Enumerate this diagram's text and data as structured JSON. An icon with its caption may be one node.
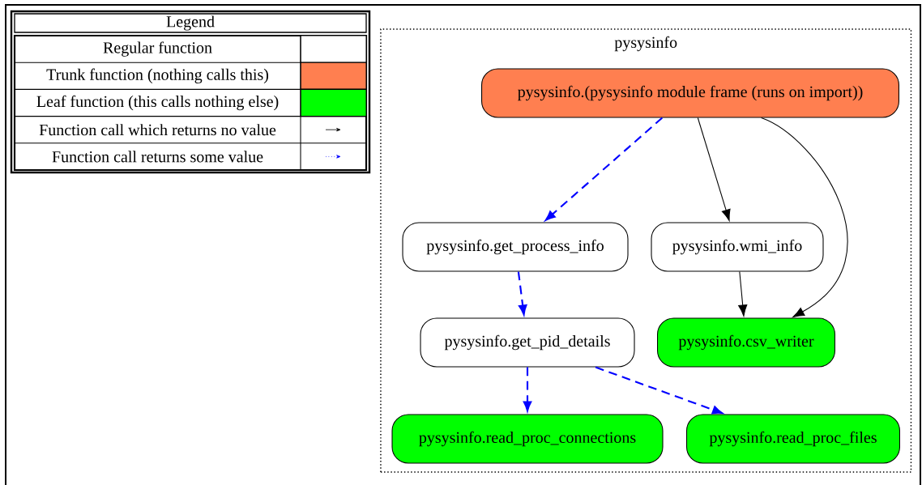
{
  "diagram": {
    "nodes": [
      {
        "text": [
          "pysysinfo"
        ]
      },
      {
        "text": [
          "pysysinfo.(pysysinfo module frame (runs on import))"
        ],
        "in": 0
      },
      {
        "text": [
          "pysysinfo.get_process_info"
        ],
        "in": 0
      },
      {
        "text": [
          "pysysinfo.wmi_info"
        ],
        "in": 0
      },
      {
        "text": [
          "pysysinfo.get_pid_details"
        ],
        "in": 0
      },
      {
        "text": [
          "pysysinfo.csv_writer"
        ],
        "in": 0
      },
      {
        "text": [
          "pysysinfo.read_proc_connections"
        ],
        "in": 0
      },
      {
        "text": [
          "pysysinfo.read_proc_files"
        ],
        "in": 0
      }
    ],
    "edges": [
      {
        "from": 1,
        "to": 2,
        "arrow": "to",
        "style": "dashed",
        "color": "#0000ff"
      },
      {
        "from": 1,
        "to": 3,
        "arrow": "to",
        "color": "#000000"
      },
      {
        "from": 1,
        "to": 5,
        "arrow": "to",
        "color": "#000000"
      },
      {
        "from": 2,
        "to": 4,
        "arrow": "to",
        "style": "dashed",
        "color": "#0000ff"
      },
      {
        "from": 3,
        "to": 5,
        "arrow": "to",
        "color": "#000000"
      },
      {
        "from": 4,
        "to": 6,
        "arrow": "to",
        "style": "dashed",
        "color": "#0000ff"
      },
      {
        "from": 4,
        "to": 7,
        "arrow": "to",
        "style": "dashed",
        "color": "#0000ff"
      }
    ],
    "labels": [
      "Legend"
    ],
    "legend": [
      {
        "text": "Regular function",
        "color": "#ffffff"
      },
      {
        "text": "Trunk function (nothing calls this)",
        "color": "#ff7f50"
      },
      {
        "text": "Leaf function (this calls nothing else)",
        "color": "#00ff00"
      },
      {
        "text": "Function call which returns no value"
      },
      {
        "text": "Function call returns some value"
      }
    ]
  }
}
